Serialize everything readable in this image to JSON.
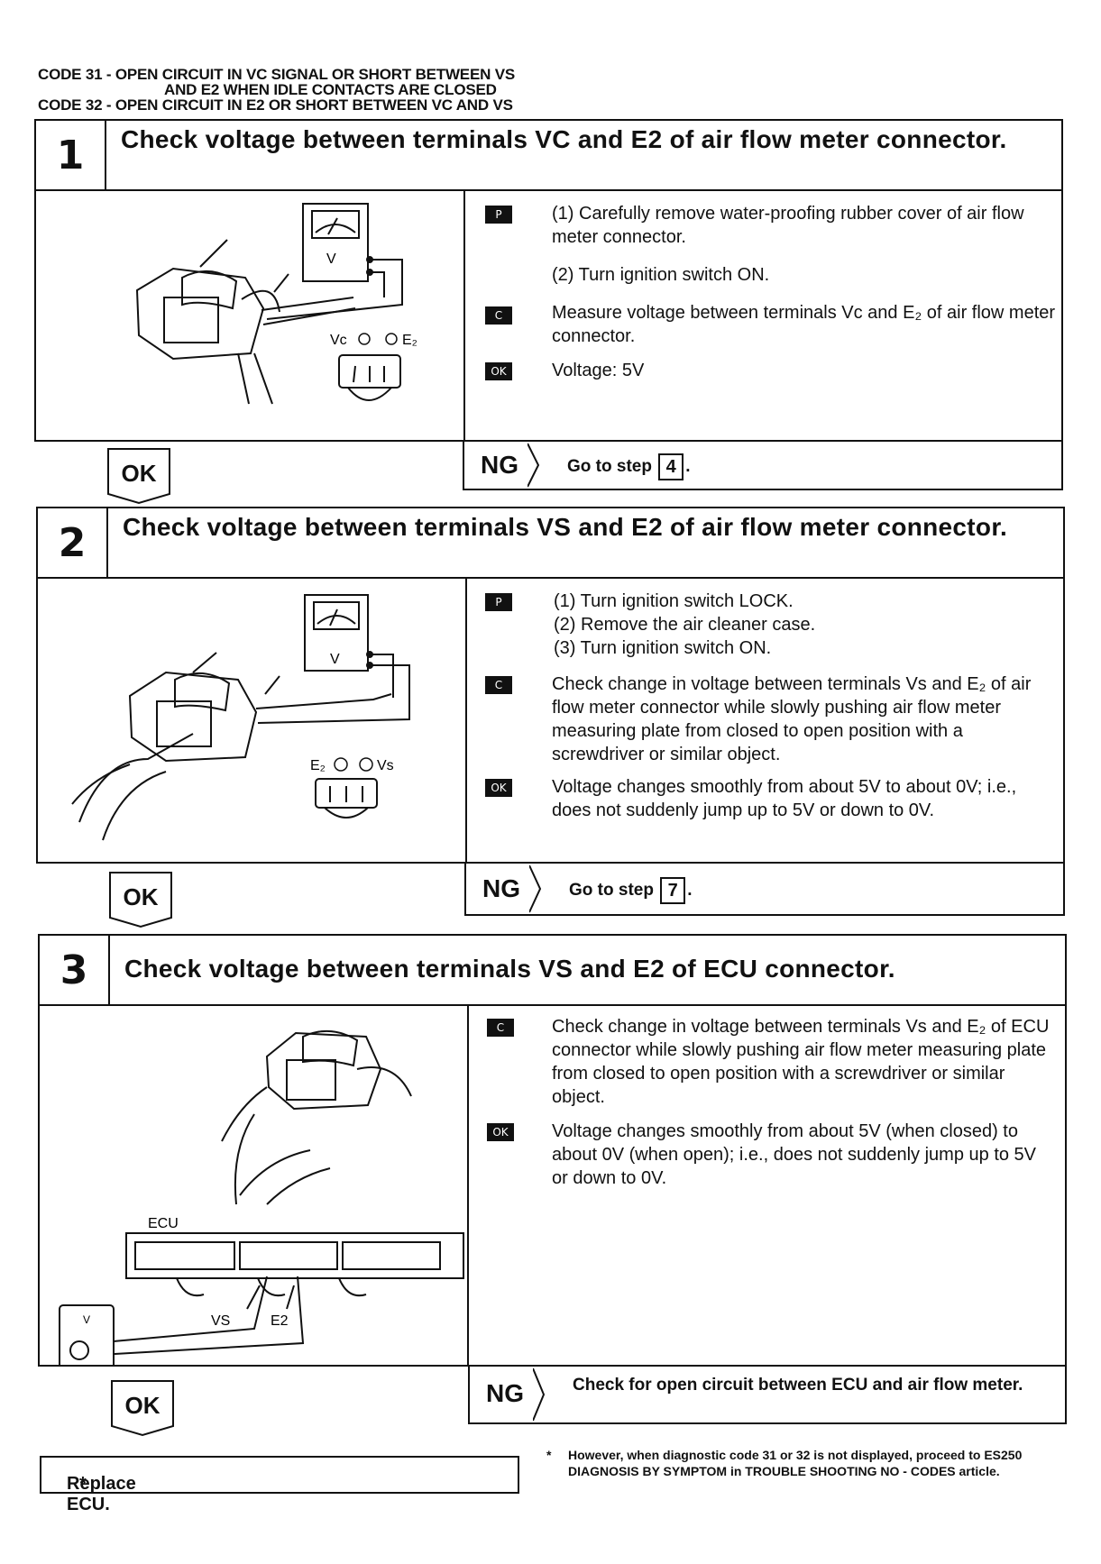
{
  "header": {
    "line1": "CODE 31  -  OPEN CIRCUIT IN VC SIGNAL OR SHORT BETWEEN VS",
    "line2": "AND E2 WHEN IDLE CONTACTS ARE CLOSED",
    "line3": "CODE 32  -  OPEN CIRCUIT IN E2 OR SHORT BETWEEN VC AND VS"
  },
  "steps": [
    {
      "number": "1",
      "title": "Check voltage between terminals VC and E2 of air flow meter connector.",
      "tag_p": "P",
      "p_items": [
        "(1)  Carefully remove water-proofing rubber cover of air flow meter connector.",
        "(2)  Turn ignition switch ON."
      ],
      "tag_c": "C",
      "c_text": "Measure voltage between terminals Vc and E₂ of air flow meter connector.",
      "tag_ok": "OK",
      "ok_text": "Voltage:   5V",
      "diagram_labels": {
        "meter": "V",
        "left_terminal": "Vc",
        "right_terminal": "E₂"
      },
      "ok_label": "OK",
      "ng_label": "NG",
      "ng_text": "Go to step",
      "ng_step": "4"
    },
    {
      "number": "2",
      "title": "Check voltage between terminals VS and E2 of air flow meter connector.",
      "tag_p": "P",
      "p_items": [
        "(1)  Turn ignition switch LOCK.",
        "(2)  Remove the air cleaner case.",
        "(3)  Turn ignition switch ON."
      ],
      "tag_c": "C",
      "c_text": "Check change in voltage between terminals Vs and E₂ of air flow meter connector while slowly pushing air flow meter measuring plate from closed to open position with a screwdriver or similar object.",
      "tag_ok": "OK",
      "ok_text": "Voltage changes smoothly from about 5V to about 0V; i.e., does not suddenly jump up to 5V or down to 0V.",
      "diagram_labels": {
        "meter": "V",
        "left_terminal": "E₂",
        "right_terminal": "Vs"
      },
      "ok_label": "OK",
      "ng_label": "NG",
      "ng_text": "Go to step",
      "ng_step": "7"
    },
    {
      "number": "3",
      "title": "Check voltage between terminals VS and E2 of ECU connector.",
      "tag_c": "C",
      "c_text": "Check change in voltage between terminals Vs and E₂ of ECU connector while slowly pushing air flow meter measuring plate from closed to open position with a screwdriver or similar object.",
      "tag_ok": "OK",
      "ok_text": "Voltage changes smoothly from about 5V (when closed) to about 0V (when open); i.e., does not suddenly jump up to 5V or down to 0V.",
      "diagram_labels": {
        "ecu": "ECU",
        "vs": "VS",
        "e2": "E2",
        "meter": "V"
      },
      "ok_label": "OK",
      "ng_label": "NG",
      "ng_text": "Check for open circuit between ECU and air flow meter."
    }
  ],
  "final": {
    "text": "Replace ECU.",
    "mark": "*"
  },
  "note": {
    "mark": "*",
    "text": "However, when diagnostic code 31 or 32 is not displayed, proceed to ES250 DIAGNOSIS BY SYMPTOM in TROUBLE SHOOTING NO  -  CODES article."
  }
}
